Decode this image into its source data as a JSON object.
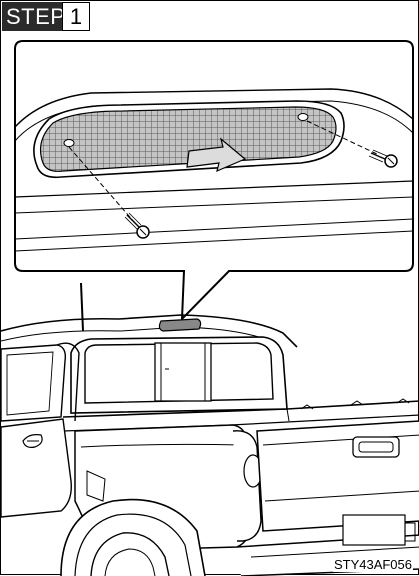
{
  "step": {
    "label": "STEP",
    "number": "1"
  },
  "figure_code": "STY43AF056",
  "colors": {
    "step_bg": "#2b2b2b",
    "arrow": "#d9d9d9",
    "lamp_lens": "#c8c8c8"
  },
  "icons": {
    "arrow": "removal-direction-arrow",
    "screw": "screw"
  }
}
